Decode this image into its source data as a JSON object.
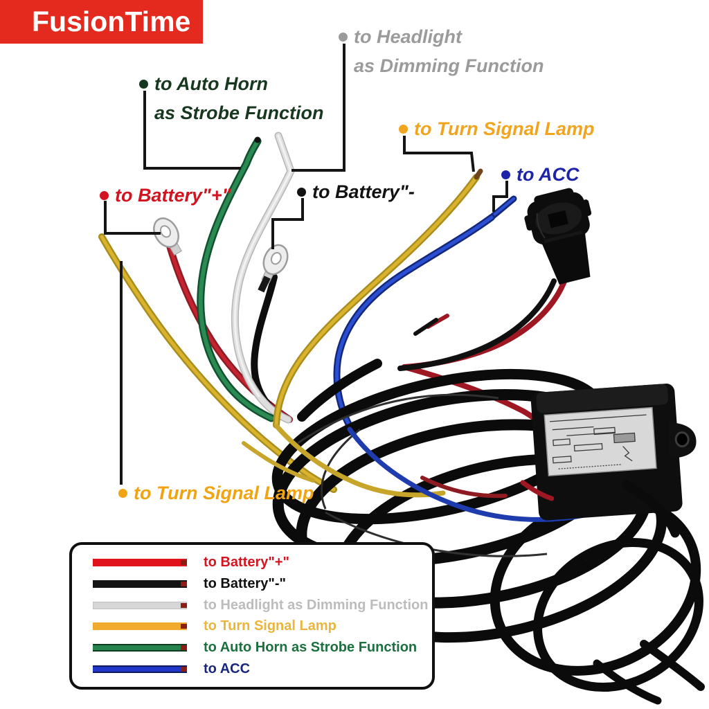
{
  "logo": {
    "text": "FusionTime",
    "bg_color": "#e42a1e",
    "text_color": "#ffffff"
  },
  "annotations": {
    "auto_horn": {
      "line1": "to Auto Horn",
      "line2": "as Strobe Function",
      "color": "#17371f"
    },
    "headlight": {
      "line1": "to Headlight",
      "line2": "as Dimming Function",
      "color": "#9b9b9b"
    },
    "turn_signal_right": {
      "text": "to Turn Signal Lamp",
      "color": "#f1a51f"
    },
    "acc": {
      "text": "to ACC",
      "color": "#1d24a8"
    },
    "battery_plus": {
      "text": "to Battery\"+\"",
      "color": "#d21320"
    },
    "battery_minus": {
      "text": "to Battery\"-",
      "color": "#121212"
    },
    "turn_signal_left": {
      "text": "to Turn Signal Lamp",
      "color": "#f0a414"
    }
  },
  "legend": {
    "rows": [
      {
        "text": "to Battery\"+\"",
        "text_color": "#d41420",
        "wire_color": "#e0121c"
      },
      {
        "text": "to Battery\"-\"",
        "text_color": "#101010",
        "wire_color": "#141414"
      },
      {
        "text": "to Headlight as Dimming Function",
        "text_color": "#bcbcbc",
        "wire_color": "#d6d6d6"
      },
      {
        "text": "to Turn Signal Lamp",
        "text_color": "#e9b63b",
        "wire_color": "#f0ab2e"
      },
      {
        "text": "to Auto Horn as Strobe Function",
        "text_color": "#1c6f3e",
        "wire_color": "#27834d"
      },
      {
        "text": "to ACC",
        "text_color": "#18277e",
        "wire_color": "#2036c8"
      }
    ]
  }
}
